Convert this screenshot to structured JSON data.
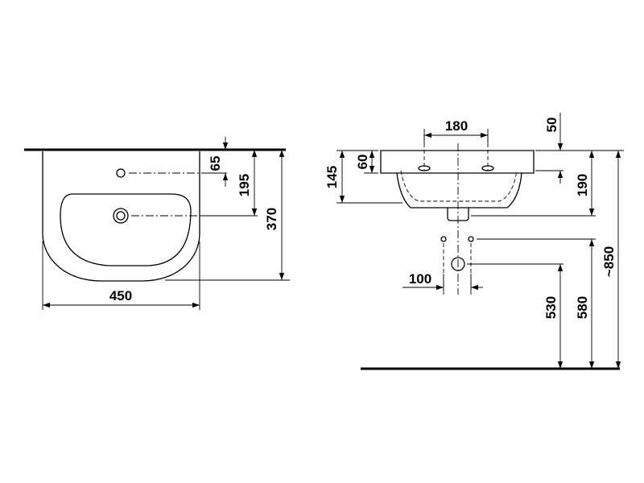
{
  "drawing": {
    "plan_view": {
      "width_label": "450",
      "depth_label": "370",
      "tap_hole_offset_label": "65",
      "drain_offset_label": "195"
    },
    "side_view": {
      "tap_hole_spacing_label": "180",
      "rim_setback_label": "50",
      "rim_thickness_label": "60",
      "basin_depth_label": "145",
      "rim_to_waste_label": "190",
      "waste_lateral_label": "100",
      "waste_outlet_height_label": "530",
      "supply_height_label": "580",
      "rim_height_label": "~850"
    }
  }
}
